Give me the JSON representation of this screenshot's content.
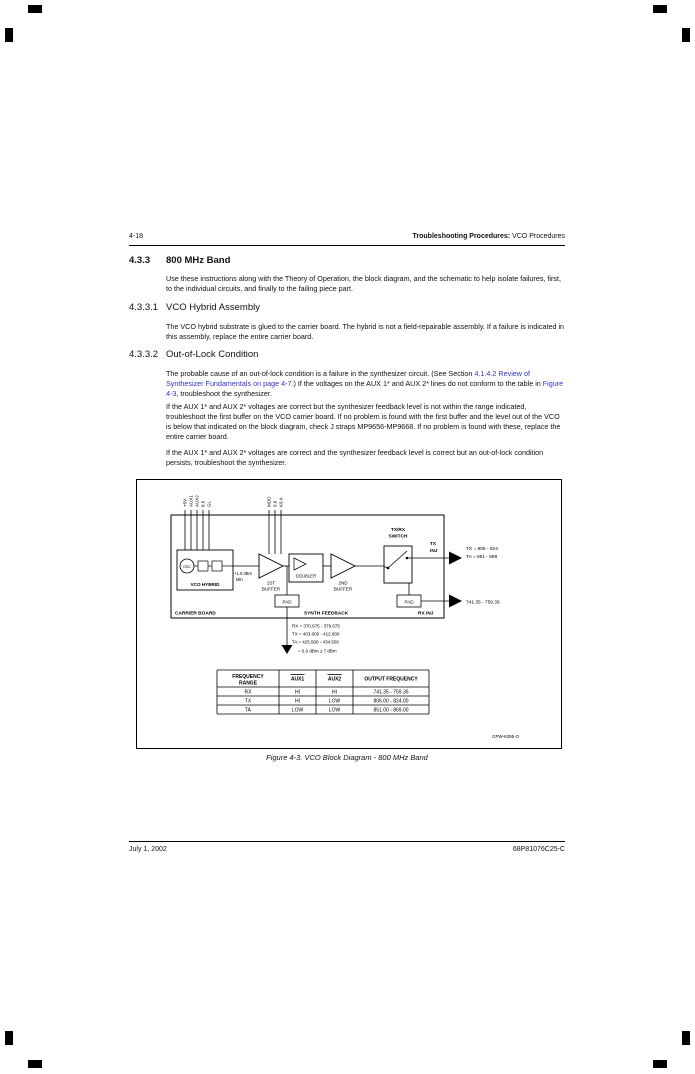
{
  "page": {
    "header": {
      "page_number": "4-18",
      "chapter_bold": "Troubleshooting Procedures:",
      "chapter_rest": " VCO Procedures"
    },
    "footer": {
      "date": "July 1, 2002",
      "part_number": "68P81076C25-C"
    }
  },
  "colors": {
    "link_blue": "#3333cc"
  },
  "sections": {
    "h433": {
      "num": "4.3.3",
      "title": "800 MHz Band"
    },
    "p1": "Use these instructions along with the Theory of Operation, the block diagram, and the schematic to help isolate failures, first, to the individual circuits, and finally to the failing piece part.",
    "h4331": {
      "num": "4.3.3.1",
      "title": "VCO Hybrid Assembly"
    },
    "p2": "The VCO hybrid substrate is glued to the carrier board. The hybrid is not a field-repairable assembly. If a failure is indicated in this assembly, replace the entire carrier board.",
    "h4332": {
      "num": "4.3.3.2",
      "title": "Out-of-Lock Condition"
    },
    "p3": {
      "seg1": "The probable cause of an out-of-lock condition is a failure in the synthesizer circuit. (See Section ",
      "link1": "4.1.4.2 Review of Synthesizer Fundamentals on page 4-7",
      "seg2": ".) If the voltages on the AUX 1* and AUX 2* lines do not conform to the table in ",
      "link2": "Figure 4-3",
      "seg3": ", troubleshoot the synthesizer."
    },
    "p4": "If the AUX 1* and AUX 2* voltages are correct but the synthesizer feedback level is not within the range indicated, troubleshoot the first buffer on the VCO carrier board. If no problem is found with the first buffer and the level out of the VCO is below that indicated on the block diagram, check J straps MP9656-MP9668. If no problem is found with these, replace the entire carrier board.",
    "p5": "If the AUX 1* and AUX 2* voltages are correct and the synthesizer feedback level is correct but an out-of-lock condition persists, troubleshoot the synthesizer."
  },
  "figure": {
    "caption": "Figure 4-3.  VCO Block Diagram - 800 MHz Band",
    "drawing_num": "GPW-6395-O",
    "pins_left": [
      "+5V",
      "AUX1",
      "AUX2",
      "8.6",
      "GL"
    ],
    "pins_mid": [
      "MOD",
      "9.6",
      "K9.4"
    ],
    "blocks": {
      "osc": "OSC",
      "vco_hybrid": "VCO HYBRID",
      "buffer1_l1": "1ST",
      "buffer1_l2": "BUFFER",
      "doubler": "DOUBLER",
      "buffer2_l1": "2ND",
      "buffer2_l2": "BUFFER",
      "switch_l1": "TX/RX",
      "switch_l2": "SWITCH",
      "pad": "PAD",
      "carrier_board": "CARRIER BOARD"
    },
    "labels": {
      "gain1": "+1.0 dBm",
      "gain2": "Min",
      "tx_inj_l1": "TX",
      "tx_inj_l2": "INJ",
      "tx_f1": "TX = 806 - 824",
      "tx_f2": "TA = 851 - 869",
      "rx_inj": "RX INJ",
      "rx_f": "741.35 - 759.35",
      "synth_feedback": "SYNTH FEEDBACK",
      "sf1": "RX = 370.675 - 379.675",
      "sf2": "TX = 403.000 - 412.000",
      "sf3": "TA = 425.500 - 434.500",
      "sf4": "= 6.0 dBm ± 7 dBm"
    },
    "table": {
      "h_freq_l1": "FREQUENCY",
      "h_freq_l2": "RANGE",
      "h_aux1": "AUX1",
      "h_aux2": "AUX2",
      "h_out": "OUTPUT FREQUENCY",
      "rows": [
        [
          "RX",
          "HI",
          "HI",
          "741.35 - 759.35"
        ],
        [
          "TX",
          "HI",
          "LOW",
          "806.00 - 824.00"
        ],
        [
          "TA",
          "LOW",
          "LOW",
          "851.00 - 869.00"
        ]
      ]
    }
  }
}
